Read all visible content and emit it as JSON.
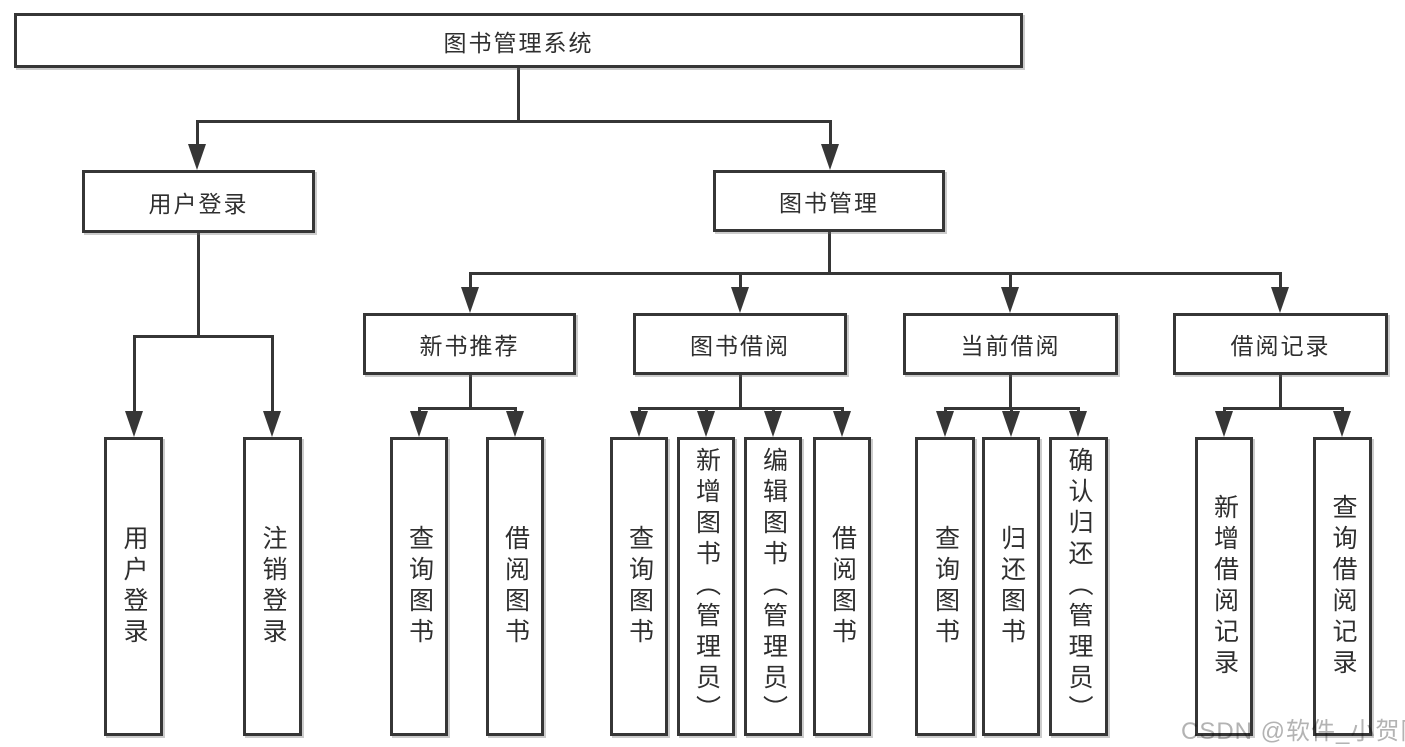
{
  "diagram": {
    "root": "图书管理系统",
    "level2": [
      "用户登录",
      "图书管理"
    ],
    "level3": [
      "新书推荐",
      "图书借阅",
      "当前借阅",
      "借阅记录"
    ],
    "leaves": {
      "g1": [
        "用户登录",
        "注销登录"
      ],
      "g2": [
        "查询图书",
        "借阅图书"
      ],
      "g3": [
        "查询图书",
        "新增图书（管理员）",
        "编辑图书（管理员）",
        "借阅图书"
      ],
      "g4": [
        "查询图书",
        "归还图书",
        "确认归还（管理员）"
      ],
      "g5": [
        "新增借阅记录",
        "查询借阅记录"
      ]
    },
    "hierarchy": [
      {
        "parent": "图书管理系统",
        "children": [
          "用户登录",
          "图书管理"
        ]
      },
      {
        "parent": "用户登录",
        "children": [
          "用户登录",
          "注销登录"
        ]
      },
      {
        "parent": "图书管理",
        "children": [
          "新书推荐",
          "图书借阅",
          "当前借阅",
          "借阅记录"
        ]
      },
      {
        "parent": "新书推荐",
        "children": [
          "查询图书",
          "借阅图书"
        ]
      },
      {
        "parent": "图书借阅",
        "children": [
          "查询图书",
          "新增图书（管理员）",
          "编辑图书（管理员）",
          "借阅图书"
        ]
      },
      {
        "parent": "当前借阅",
        "children": [
          "查询图书",
          "归还图书",
          "确认归还（管理员）"
        ]
      },
      {
        "parent": "借阅记录",
        "children": [
          "新增借阅记录",
          "查询借阅记录"
        ]
      }
    ],
    "watermark": "CSDN @软件_小贺同学",
    "colors": {
      "line": "#363636",
      "box_background": "#ffffff",
      "text": "#2f2f2f",
      "watermark": "#b3b3b3",
      "background": "#ffffff"
    }
  }
}
